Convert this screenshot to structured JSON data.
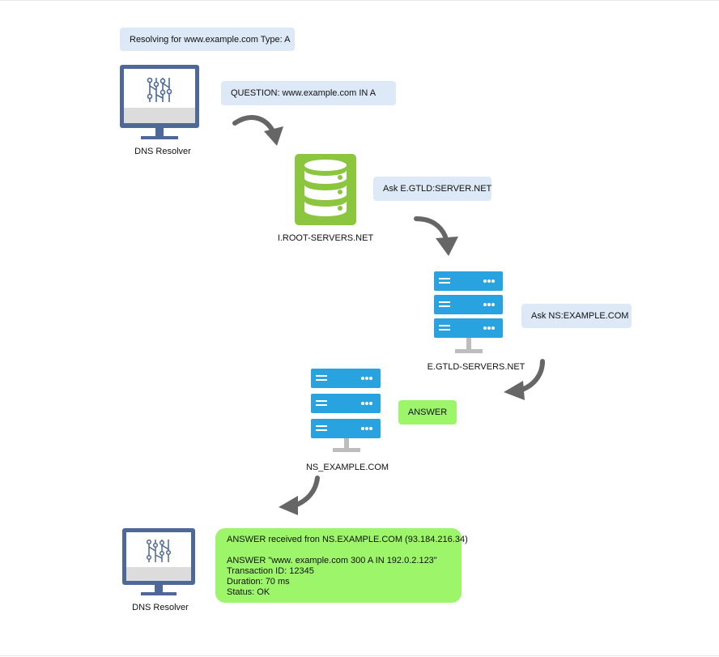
{
  "bubbles": {
    "resolving": "Resolving for www.example.com  Type: A",
    "question": "QUESTION: www.example.com IN A",
    "ask_gtld": "Ask E.GTLD:SERVER.NET",
    "ask_ns": "Ask NS:EXAMPLE.COM",
    "answer": "ANSWER"
  },
  "nodes": {
    "resolver_top": "DNS Resolver",
    "root": "I.ROOT-SERVERS.NET",
    "gtld": "E.GTLD-SERVERS.NET",
    "ns": "NS_EXAMPLE.COM",
    "resolver_bottom": "DNS Resolver"
  },
  "answer_box": {
    "line1": "ANSWER received fron NS.EXAMPLE.COM (93.184.216.34)",
    "line2": "ANSWER \"www. example.com 300 A IN 192.0.2.123\"",
    "line3": "Transaction ID: 12345",
    "line4": "Duration: 70 ms",
    "line5": "Status: OK"
  },
  "colors": {
    "bubble": "#dde9f7",
    "green": "#9df56a",
    "monitor": "#4e6897",
    "database": "#8cc63f",
    "server": "#29a3e0",
    "arrow": "#666666"
  }
}
